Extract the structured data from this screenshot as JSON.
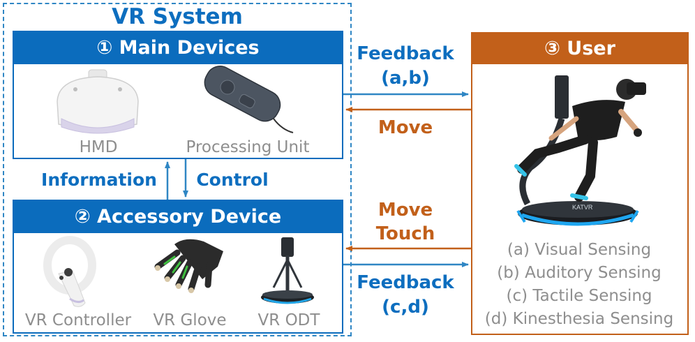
{
  "vr_system": {
    "title": "VR System",
    "main_devices": {
      "title": "① Main Devices",
      "items": [
        "HMD",
        "Processing Unit"
      ]
    },
    "accessory_device": {
      "title": "② Accessory Device",
      "items": [
        "VR Controller",
        "VR Glove",
        "VR ODT"
      ]
    },
    "link_up": "Information",
    "link_down": "Control"
  },
  "user": {
    "title": "③ User",
    "senses": [
      "(a) Visual Sensing",
      "(b) Auditory Sensing",
      "(c) Tactile Sensing",
      "(d) Kinesthesia Sensing"
    ]
  },
  "arrows": {
    "feedback_top_line1": "Feedback",
    "feedback_top_line2": "(a,b)",
    "move_top": "Move",
    "move_touch_line1": "Move",
    "move_touch_line2": "Touch",
    "feedback_bottom_line1": "Feedback",
    "feedback_bottom_line2": "(c,d)"
  },
  "colors": {
    "blue": "#0b6cbd",
    "orange": "#c2601a",
    "gray_text": "#8e8e8e"
  }
}
